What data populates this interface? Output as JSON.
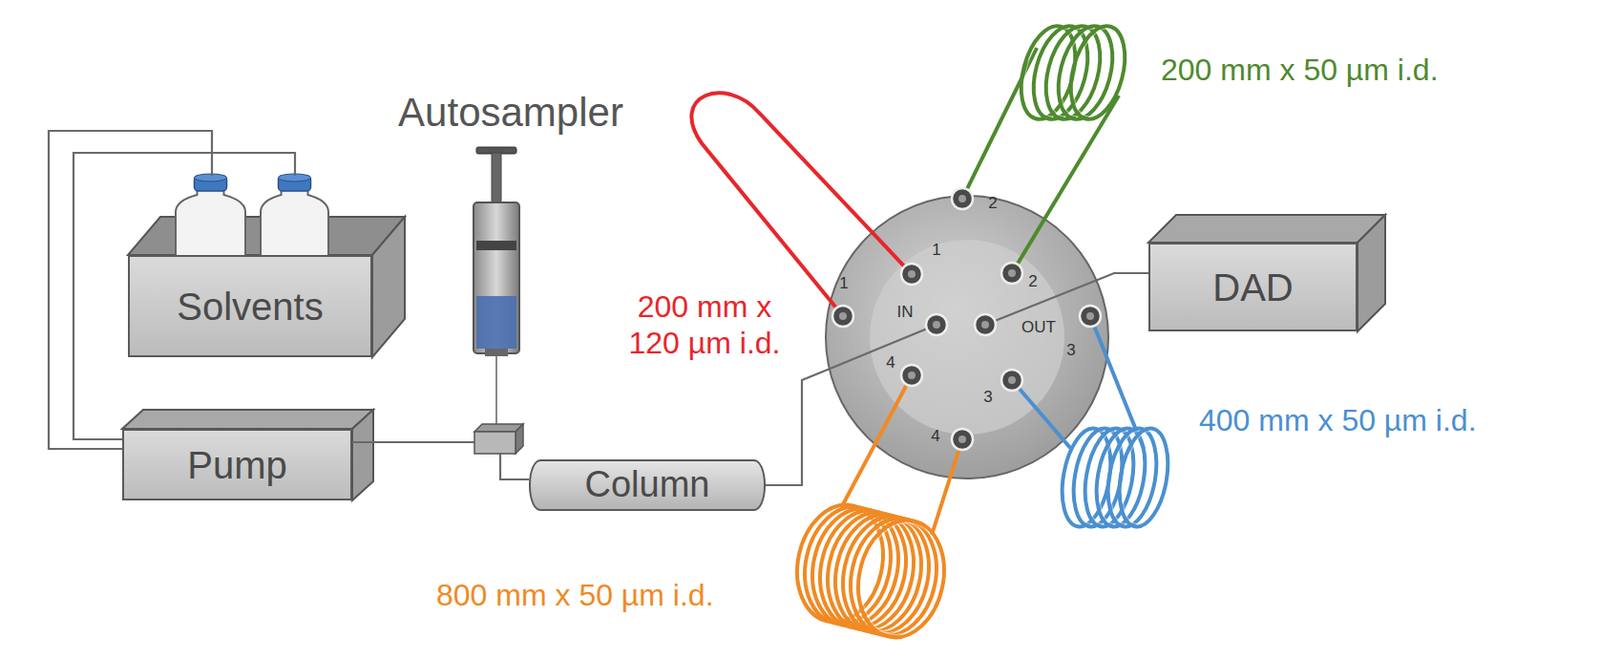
{
  "diagram": {
    "nodes": [
      {
        "text": [
          "Solvents"
        ]
      },
      {
        "text": [
          "Pump"
        ]
      },
      {
        "text": [
          "Column"
        ]
      },
      {
        "text": [
          "2",
          "1",
          "2",
          "1",
          "IN",
          "OUT",
          "3",
          "4",
          "3",
          "4"
        ]
      },
      {
        "text": [
          "DAD"
        ]
      }
    ],
    "edges": [
      {
        "from": 0,
        "to": 1,
        "arrow": "none"
      },
      {
        "from": 0,
        "to": 1,
        "arrow": "none"
      },
      {
        "from": 1,
        "to": 2,
        "arrow": "none"
      },
      {
        "from": 2,
        "to": 3,
        "arrow": "none"
      },
      {
        "from": 3,
        "to": 4,
        "arrow": "none"
      }
    ],
    "labels": [
      "Autosampler",
      "200 mm x 120 µm i.d.",
      "200 mm x 50 µm i.d.",
      "400 mm x 50 µm i.d.",
      "800 mm x 50 µm i.d."
    ]
  }
}
